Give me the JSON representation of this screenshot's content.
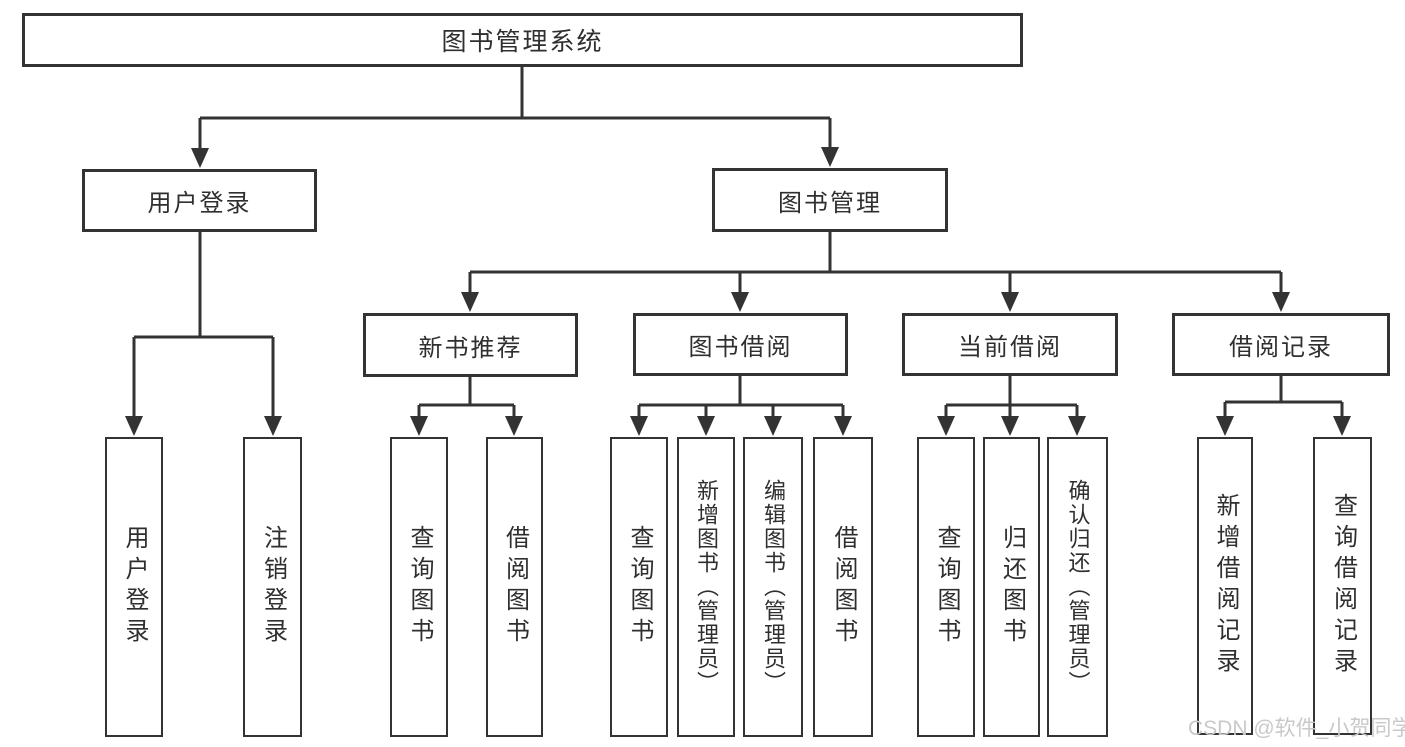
{
  "diagram": {
    "title": "图书管理系统",
    "nodes": {
      "root": "图书管理系统",
      "user_login": "用户登录",
      "book_mgmt": "图书管理",
      "modules": [
        "新书推荐",
        "图书借阅",
        "当前借阅",
        "借阅记录"
      ],
      "leaves": [
        "用户登录",
        "注销登录",
        "查询图书",
        "借阅图书",
        "查询图书",
        "新增图书（管理员）",
        "编辑图书（管理员）",
        "借阅图书",
        "查询图书",
        "归还图书",
        "确认归还（管理员）",
        "新增借阅记录",
        "查询借阅记录"
      ]
    },
    "colors": {
      "line": "#333333",
      "box_border": "#333333",
      "box_fill": "#ffffff",
      "text": "#2f2f2f",
      "watermark": "#c9c9c9",
      "background": "#ffffff"
    }
  },
  "watermark": "CSDN @软件_小贺同学"
}
